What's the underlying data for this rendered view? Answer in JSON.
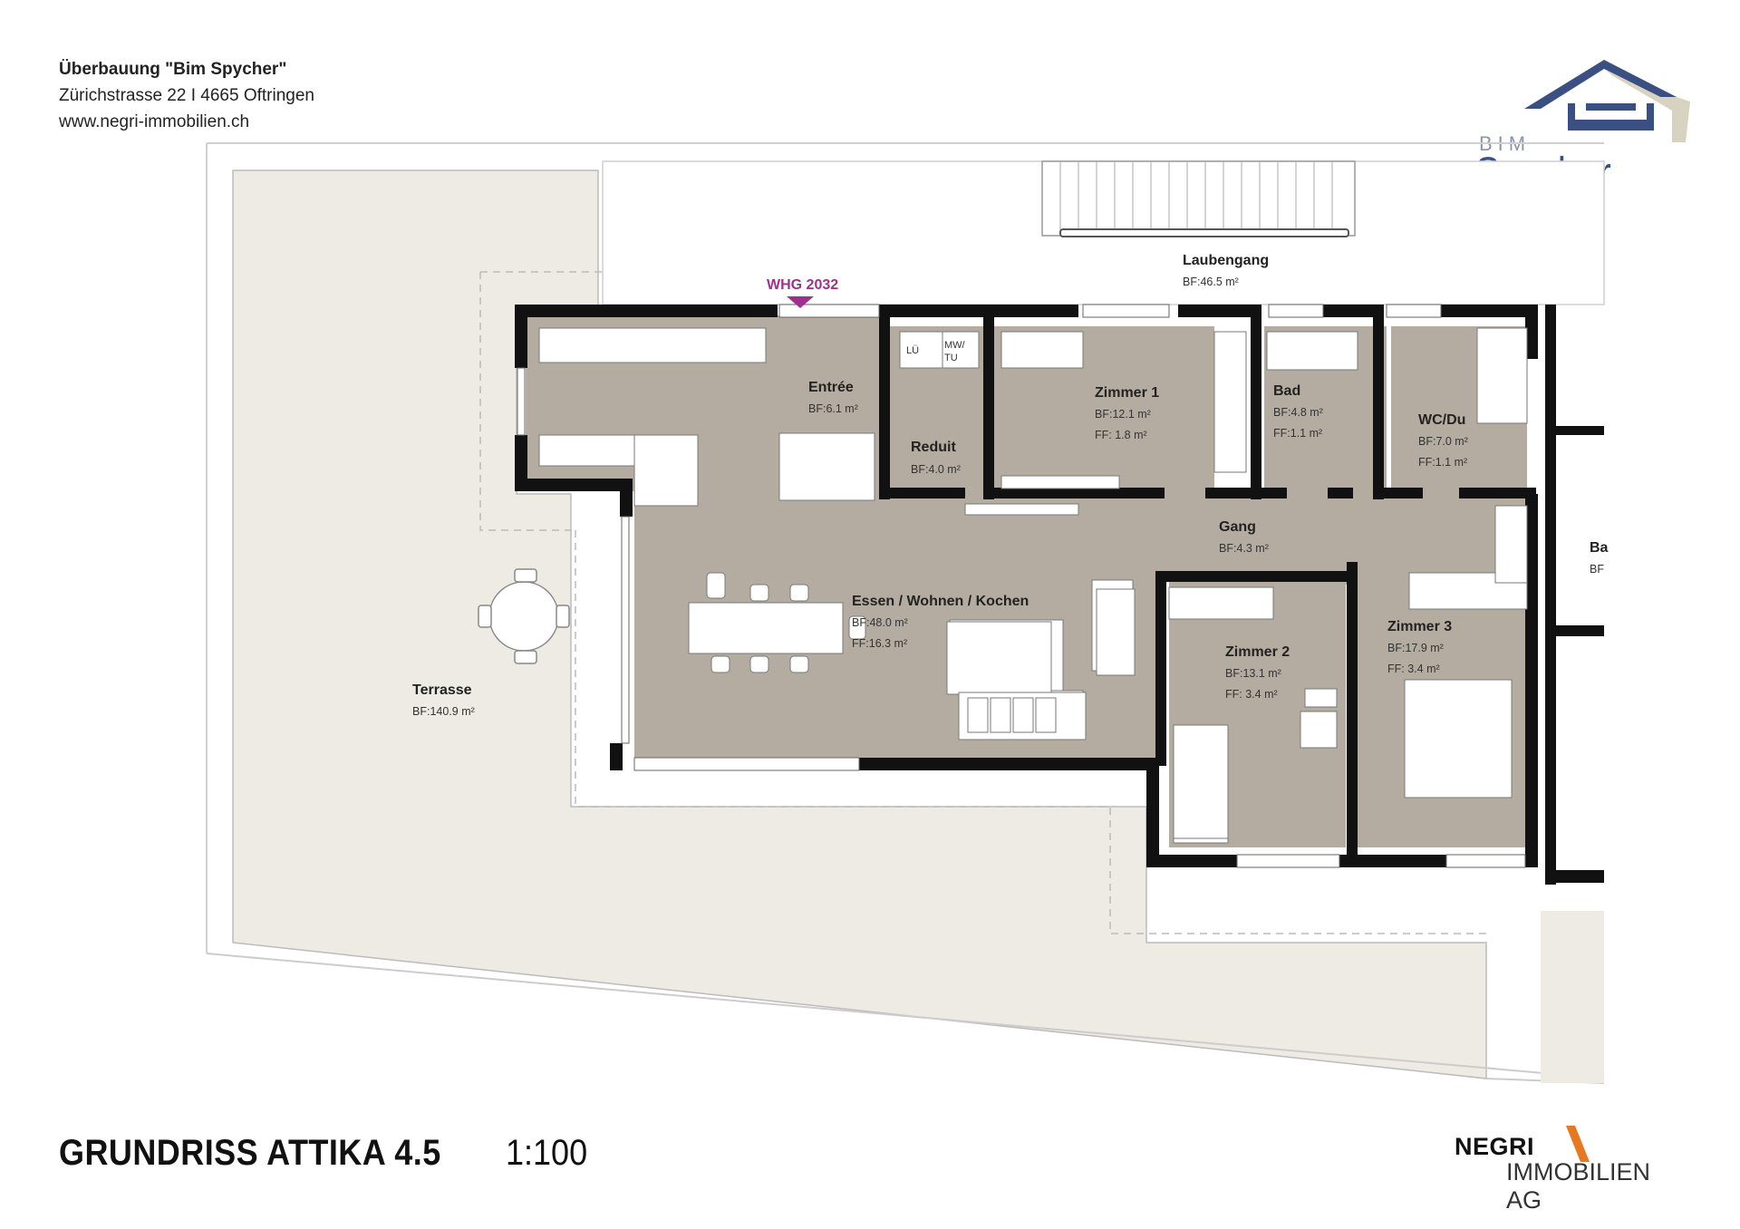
{
  "header": {
    "project": "Überbauung \"Bim Spycher\"",
    "address": "Zürichstrasse 22 I 4665 Oftringen",
    "website": "www.negri-immobilien.ch"
  },
  "brand_logo": {
    "top": "BIM",
    "name": "Spycher",
    "colors": {
      "roof": "#3a4f82",
      "accent": "#c8c0a8"
    }
  },
  "plan": {
    "unit_label": "WHG 2032",
    "rooms": [
      {
        "id": "laubengang",
        "name": "Laubengang",
        "bf": "BF:46.5 m²"
      },
      {
        "id": "entree",
        "name": "Entrée",
        "bf": "BF:6.1 m²"
      },
      {
        "id": "reduit",
        "name": "Reduit",
        "bf": "BF:4.0 m²"
      },
      {
        "id": "zimmer1",
        "name": "Zimmer 1",
        "bf": "BF:12.1 m²",
        "ff": "FF:  1.8 m²"
      },
      {
        "id": "bad",
        "name": "Bad",
        "bf": "BF:4.8 m²",
        "ff": "FF:1.1 m²"
      },
      {
        "id": "wcdu",
        "name": "WC/Du",
        "bf": "BF:7.0 m²",
        "ff": "FF:1.1 m²"
      },
      {
        "id": "gang",
        "name": "Gang",
        "bf": "BF:4.3 m²"
      },
      {
        "id": "wohnen",
        "name": "Essen / Wohnen / Kochen",
        "bf": "BF:48.0 m²",
        "ff": "FF:16.3 m²"
      },
      {
        "id": "zimmer2",
        "name": "Zimmer 2",
        "bf": "BF:13.1 m²",
        "ff": "FF:  3.4 m²"
      },
      {
        "id": "zimmer3",
        "name": "Zimmer 3",
        "bf": "BF:17.9 m²",
        "ff": "FF:  3.4 m²"
      },
      {
        "id": "terrasse",
        "name": "Terrasse",
        "bf": "BF:140.9 m²"
      },
      {
        "id": "bad_neighbor",
        "name": "Ba",
        "bf": "BF"
      }
    ],
    "fixture_labels": {
      "lue": "LÜ",
      "mwtu_1": "MW/",
      "mwtu_2": "TU"
    },
    "colors": {
      "interior": "#b5aca1",
      "terrace": "#eeebe4",
      "wall": "#111111",
      "unit_label": "#a0308f"
    }
  },
  "footer": {
    "title": "GRUNDRISS ATTIKA 4.5",
    "scale": "1:100",
    "company_1": "NEGRI",
    "company_2": "IMMOBILIEN AG",
    "accent_color": "#e87722"
  }
}
